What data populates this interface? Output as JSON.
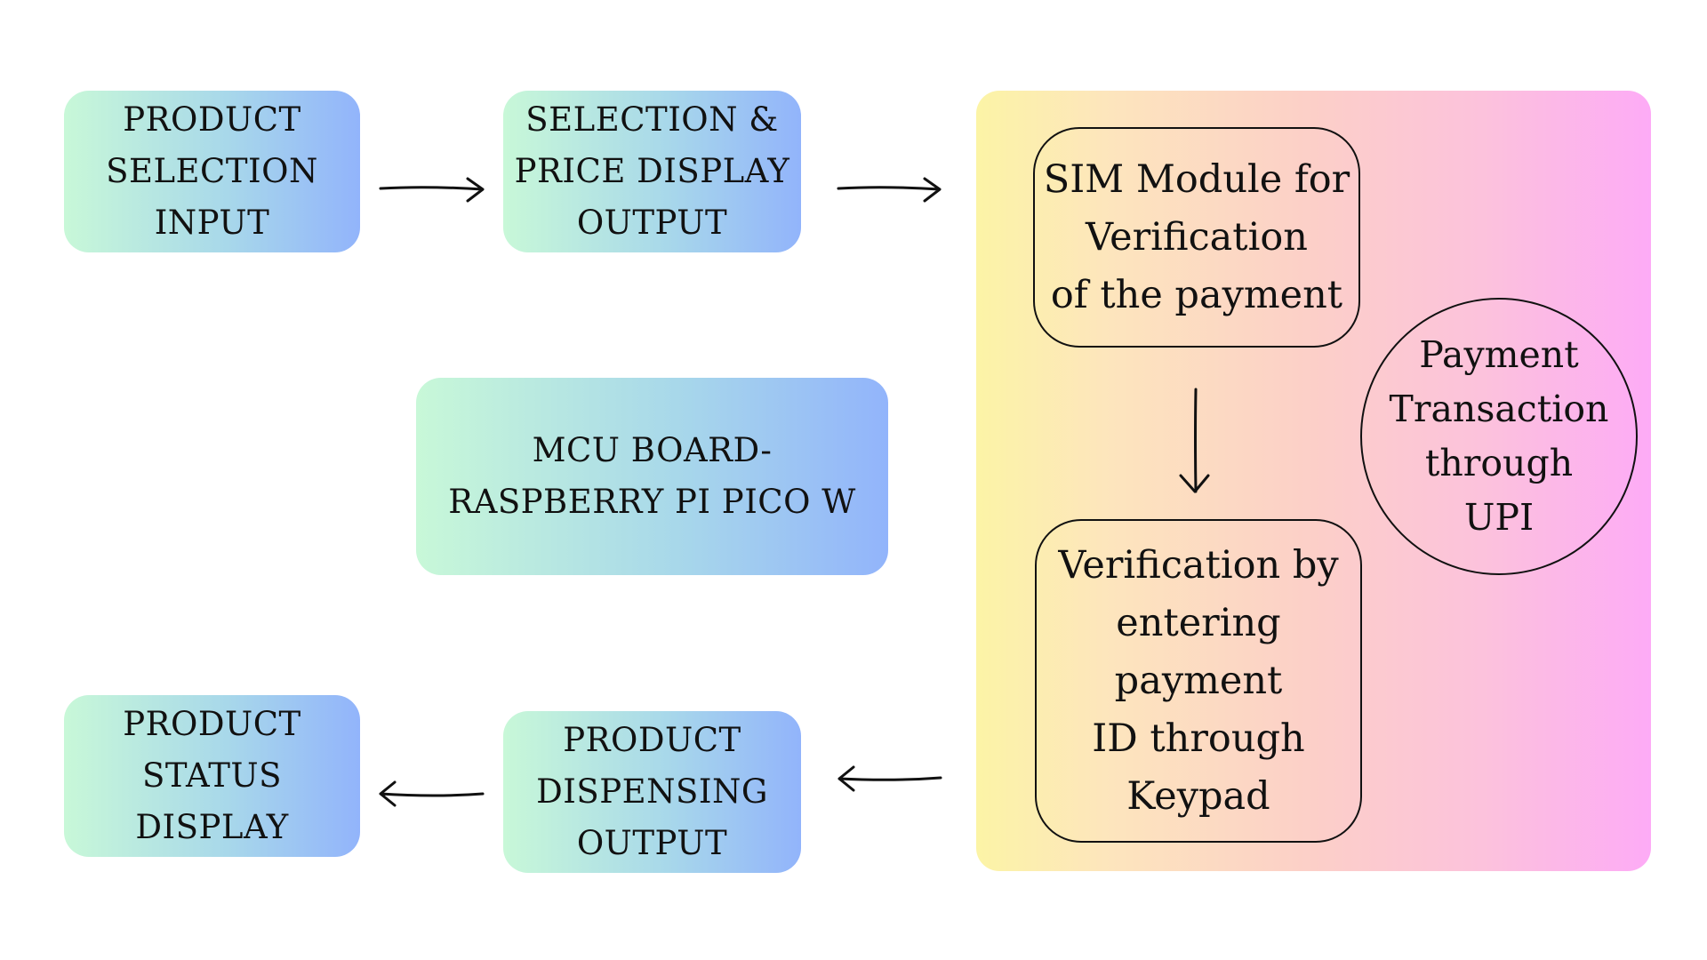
{
  "blocks": {
    "product_selection_input": [
      "PRODUCT",
      "SELECTION",
      "INPUT"
    ],
    "selection_price_display_output": [
      "SELECTION &",
      "PRICE DISPLAY",
      "OUTPUT"
    ],
    "mcu_board": [
      "MCU BOARD-",
      "RASPBERRY PI PICO W"
    ],
    "product_dispensing_output": [
      "PRODUCT",
      "DISPENSING",
      "OUTPUT"
    ],
    "product_status_display": [
      "PRODUCT",
      "STATUS",
      "DISPLAY"
    ]
  },
  "payment_panel": {
    "sim_module": [
      "SIM Module for",
      "Verification",
      "of the payment"
    ],
    "keypad_verification": [
      "Verification by",
      "entering",
      "payment",
      "ID through",
      "Keypad"
    ],
    "upi_transaction": [
      "Payment",
      "Transaction",
      "through",
      "UPI"
    ]
  },
  "colors": {
    "block_gradient": [
      "#c8f8d8",
      "#a8d8ea",
      "#92b4fb"
    ],
    "panel_gradient": [
      "#fcf4a6",
      "#fde5bd",
      "#fccfc8",
      "#fcc2dc",
      "#fdabf6"
    ],
    "stroke": "#111111"
  }
}
